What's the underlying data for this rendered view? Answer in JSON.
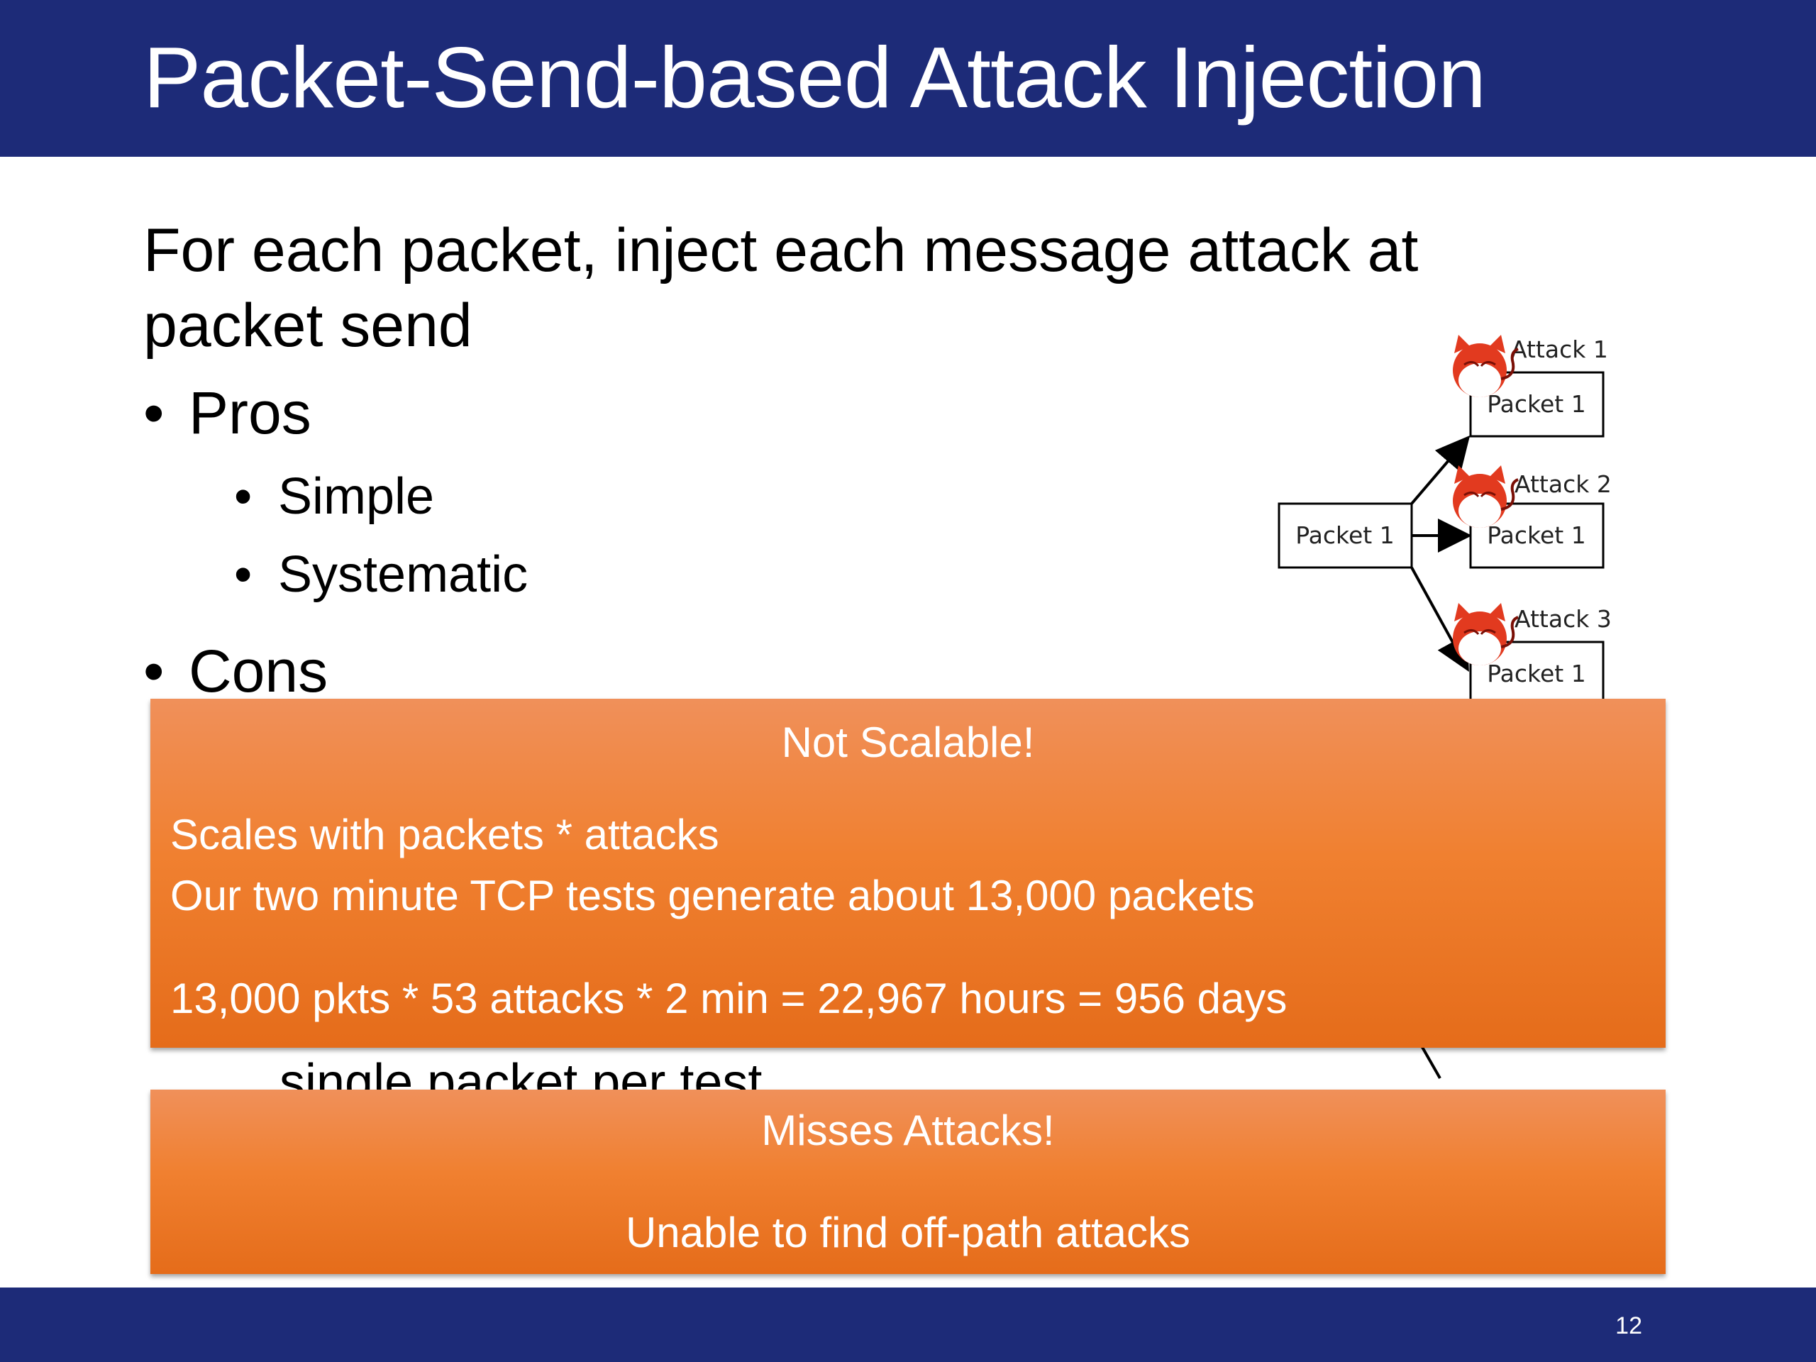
{
  "slide": {
    "title": "Packet-Send-based Attack Injection",
    "intro": "For each packet, inject each message attack at packet send",
    "pros_heading": "Pros",
    "pros": [
      "Simple",
      "Systematic"
    ],
    "cons_heading": "Cons",
    "hidden_text": "single packet per test",
    "page_number": "12"
  },
  "diagram": {
    "source_label": "Packet 1",
    "branches": [
      {
        "attack": "Attack 1",
        "packet": "Packet 1"
      },
      {
        "attack": "Attack 2",
        "packet": "Packet 1"
      },
      {
        "attack": "Attack 3",
        "packet": "Packet 1"
      }
    ],
    "devil_icon": "bsd-daemon-icon"
  },
  "callout_scalable": {
    "heading": "Not Scalable!",
    "line1": "Scales with packets * attacks",
    "line2": "Our two minute TCP tests generate about 13,000 packets",
    "line3": "13,000 pkts * 53 attacks * 2 min = 22,967 hours = 956 days"
  },
  "callout_misses": {
    "heading": "Misses Attacks!",
    "line1": "Unable to find off-path attacks"
  },
  "colors": {
    "title_bar": "#1d2b78",
    "callout": "#f08030",
    "devil": "#e23a1f"
  }
}
